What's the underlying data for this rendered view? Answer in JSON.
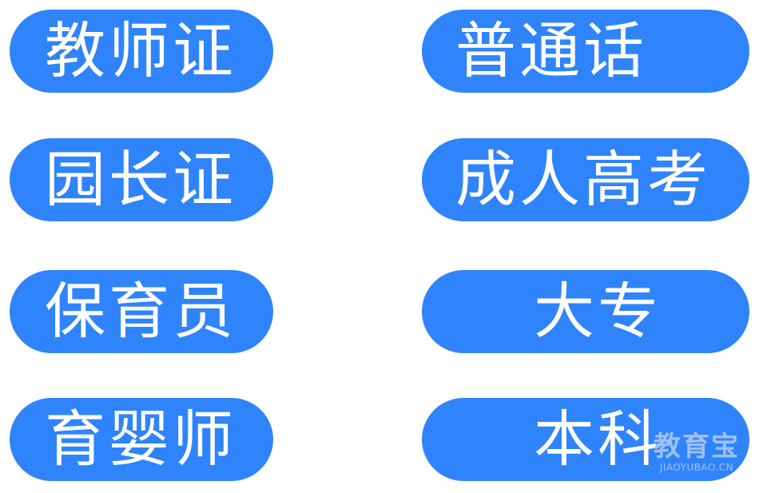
{
  "buttons": {
    "left": [
      "教师证",
      "园长证",
      "保育员",
      "育婴师"
    ],
    "right": [
      "普通话",
      "成人高考",
      "大专",
      "本科"
    ]
  },
  "colors": {
    "pill": "#2f84fb",
    "text": "#ffffff"
  },
  "watermark": {
    "cn": "教育宝",
    "en": "JIAOYUBAO.CN"
  }
}
